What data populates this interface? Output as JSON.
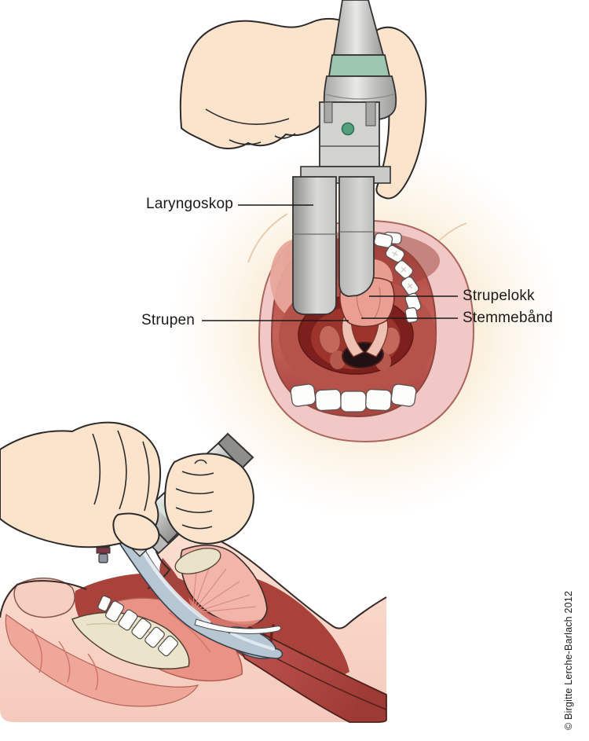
{
  "figure": {
    "labels": {
      "laryngoskop": "Laryngoskop",
      "strupelokk": "Strupelokk",
      "stemmebaand": "Stemmebånd",
      "strupen": "Strupen"
    },
    "copyright": "© Birgitte Lerche-Barlach 2012",
    "colors": {
      "background": "#ffffff",
      "skin": "#fbe3cc",
      "glow": "#fbe9d2",
      "metal_gray": "#c6c6c4",
      "green_band": "#9cc7ae",
      "green_dot": "#53a07b",
      "lips_pink": "#f1c8c6",
      "mouth_red": "#bd5850",
      "deep_red": "#7d201d",
      "blade_blue": "#b7c6d3",
      "trachea_red": "#b5433f",
      "bone_beige": "#ebe3ca",
      "label_text": "#1a1a1a"
    }
  }
}
